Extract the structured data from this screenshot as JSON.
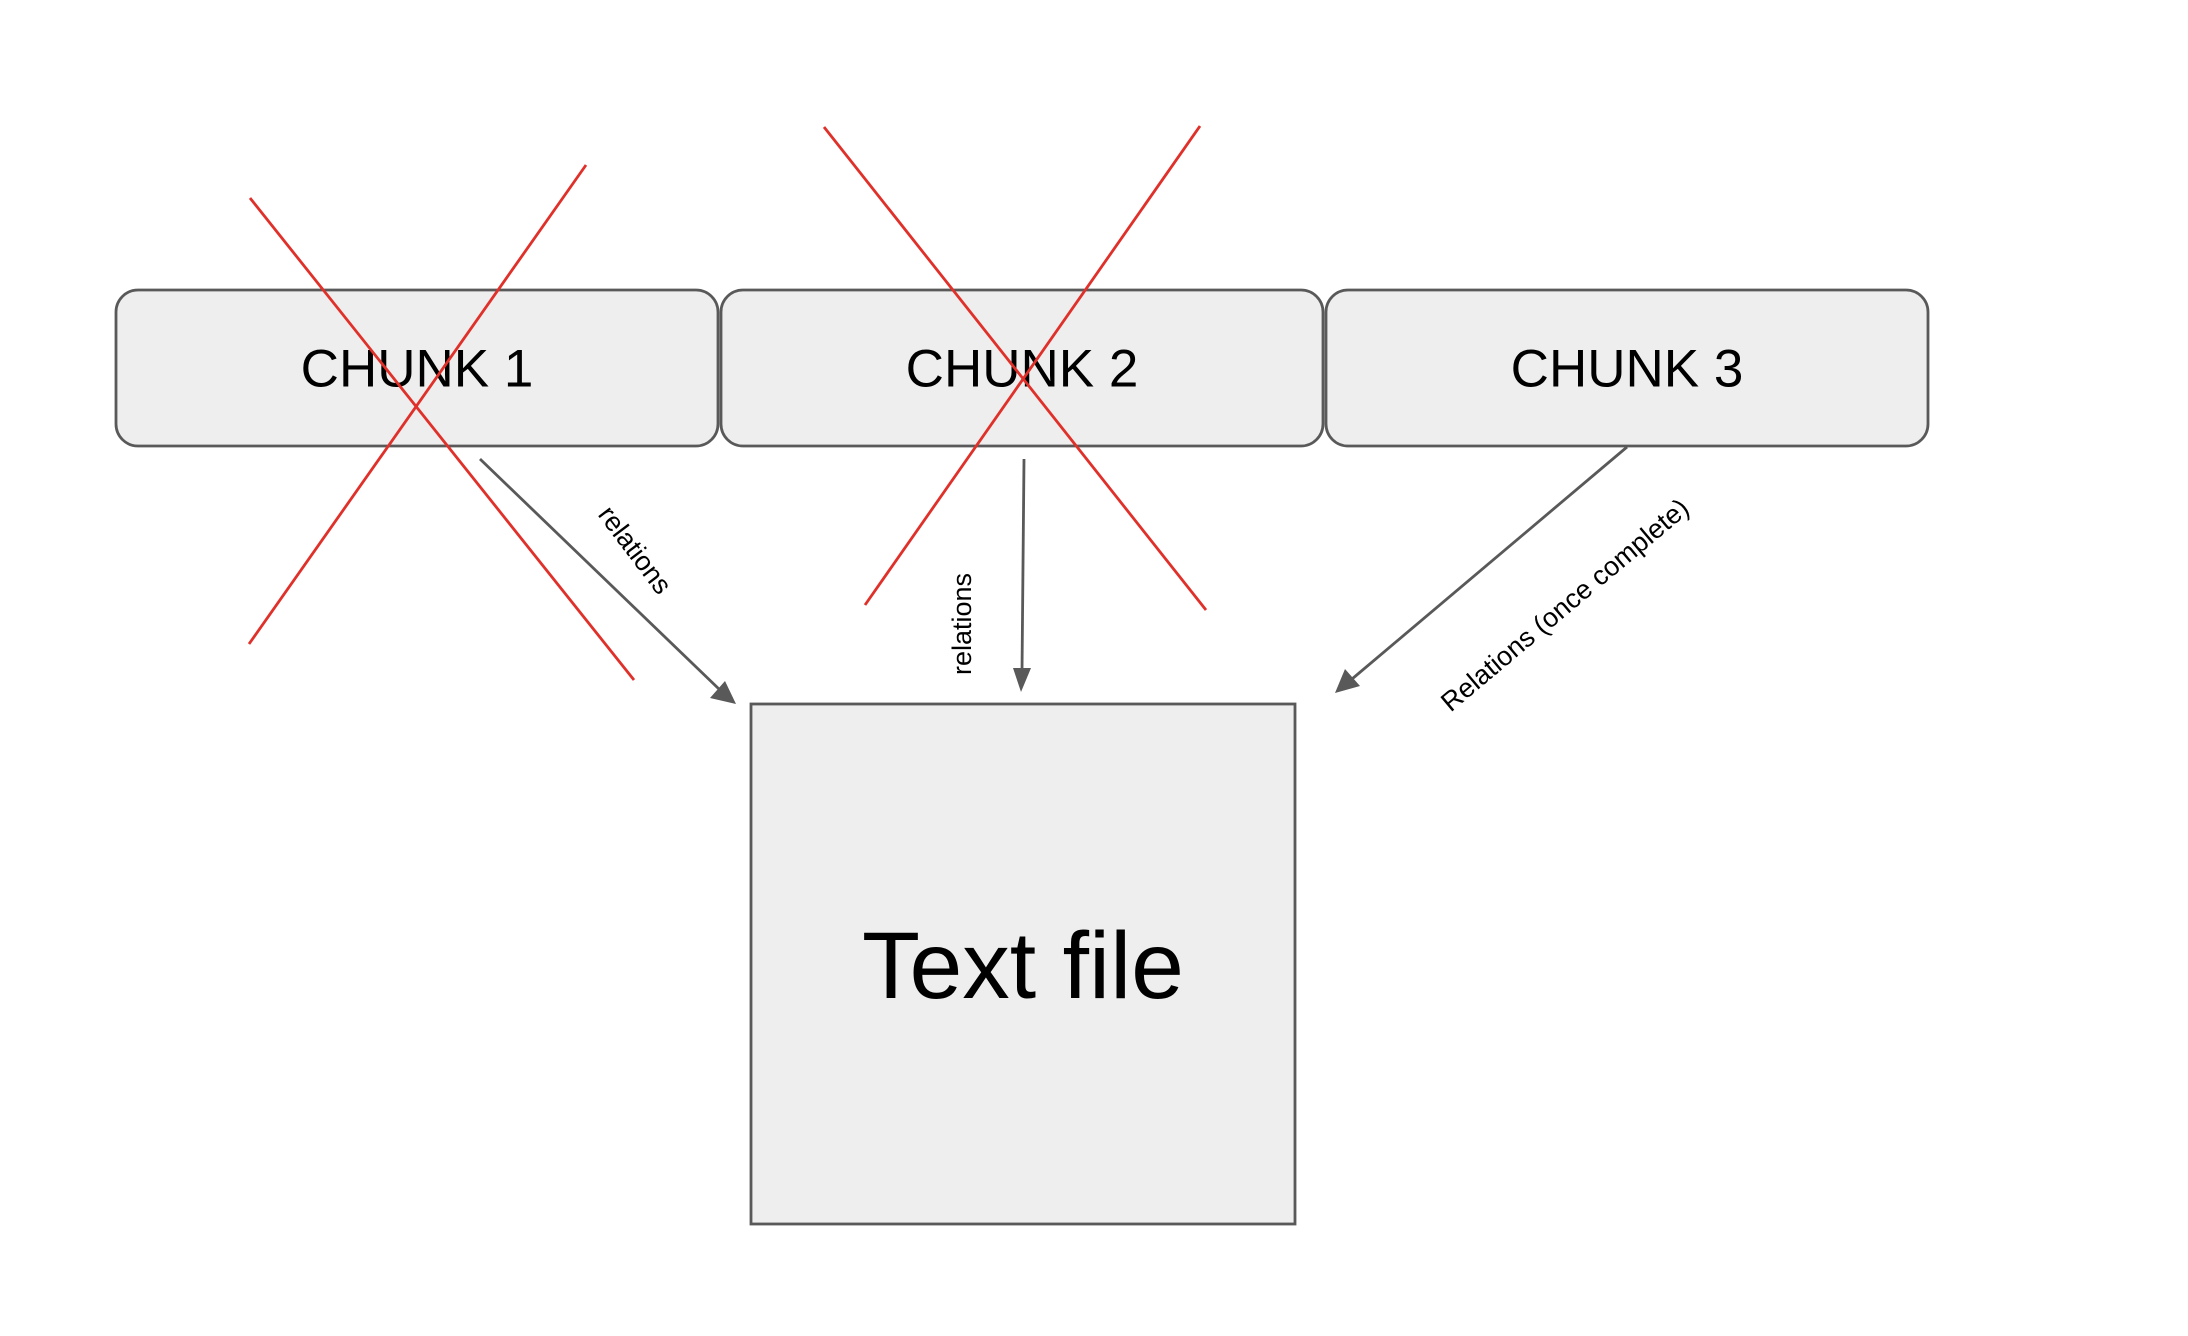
{
  "chunks": [
    {
      "label": "CHUNK 1",
      "crossed_out": true
    },
    {
      "label": "CHUNK 2",
      "crossed_out": true
    },
    {
      "label": "CHUNK 3",
      "crossed_out": false
    }
  ],
  "target": {
    "label": "Text file"
  },
  "edges": [
    {
      "from": "CHUNK 1",
      "to": "Text file",
      "label": "relations"
    },
    {
      "from": "CHUNK 2",
      "to": "Text file",
      "label": "relations"
    },
    {
      "from": "CHUNK 3",
      "to": "Text file",
      "label": "Relations (once complete)"
    }
  ],
  "colors": {
    "box_fill": "#eeeeee",
    "box_stroke": "#595959",
    "arrow": "#595959",
    "strike": "#e0302a",
    "text": "#000000"
  }
}
